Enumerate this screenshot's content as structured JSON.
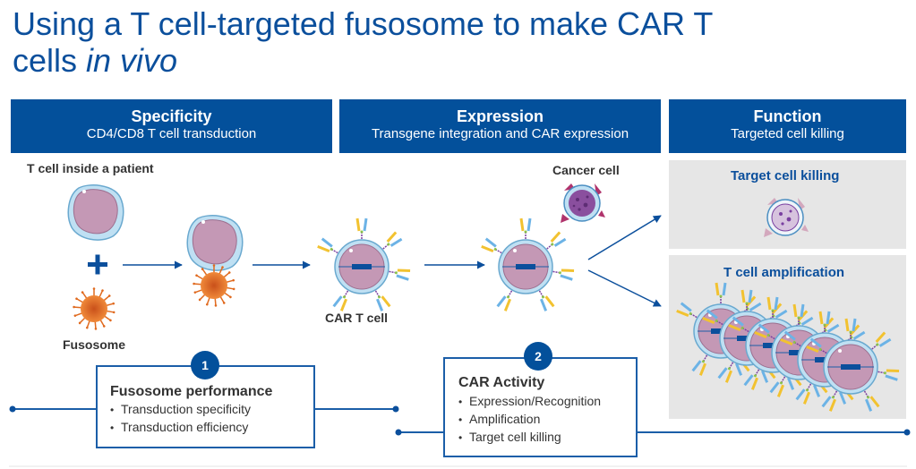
{
  "title": {
    "line1": "Using a T cell-targeted fusosome to make CAR T",
    "line2_prefix": "cells ",
    "line2_italic": "in vivo"
  },
  "headers": [
    {
      "title": "Specificity",
      "subtitle": "CD4/CD8 T cell transduction"
    },
    {
      "title": "Expression",
      "subtitle": "Transgene integration and CAR expression"
    },
    {
      "title": "Function",
      "subtitle": "Targeted cell killing"
    }
  ],
  "labels": {
    "t_cell_patient": "T cell inside a patient",
    "fusosome": "Fusosome",
    "plus": "+",
    "car_t_cell": "CAR T cell",
    "cancer_cell": "Cancer cell",
    "target_cell_killing": "Target cell killing",
    "t_cell_amplification": "T cell amplification"
  },
  "milestones": [
    {
      "number": "1",
      "title": "Fusosome performance",
      "bullets": [
        "Transduction specificity",
        "Transduction efficiency"
      ]
    },
    {
      "number": "2",
      "title": "CAR Activity",
      "bullets": [
        "Expression/Recognition",
        "Amplification",
        "Target cell killing"
      ]
    }
  ],
  "colors": {
    "brand_blue": "#03509b",
    "title_blue": "#0b4f9c",
    "panel_gray": "#e6e6e6",
    "fusosome_orange": "#e06a1f",
    "nucleus_pink": "#c99ab4",
    "cancer_purple": "#8a4f9e"
  }
}
